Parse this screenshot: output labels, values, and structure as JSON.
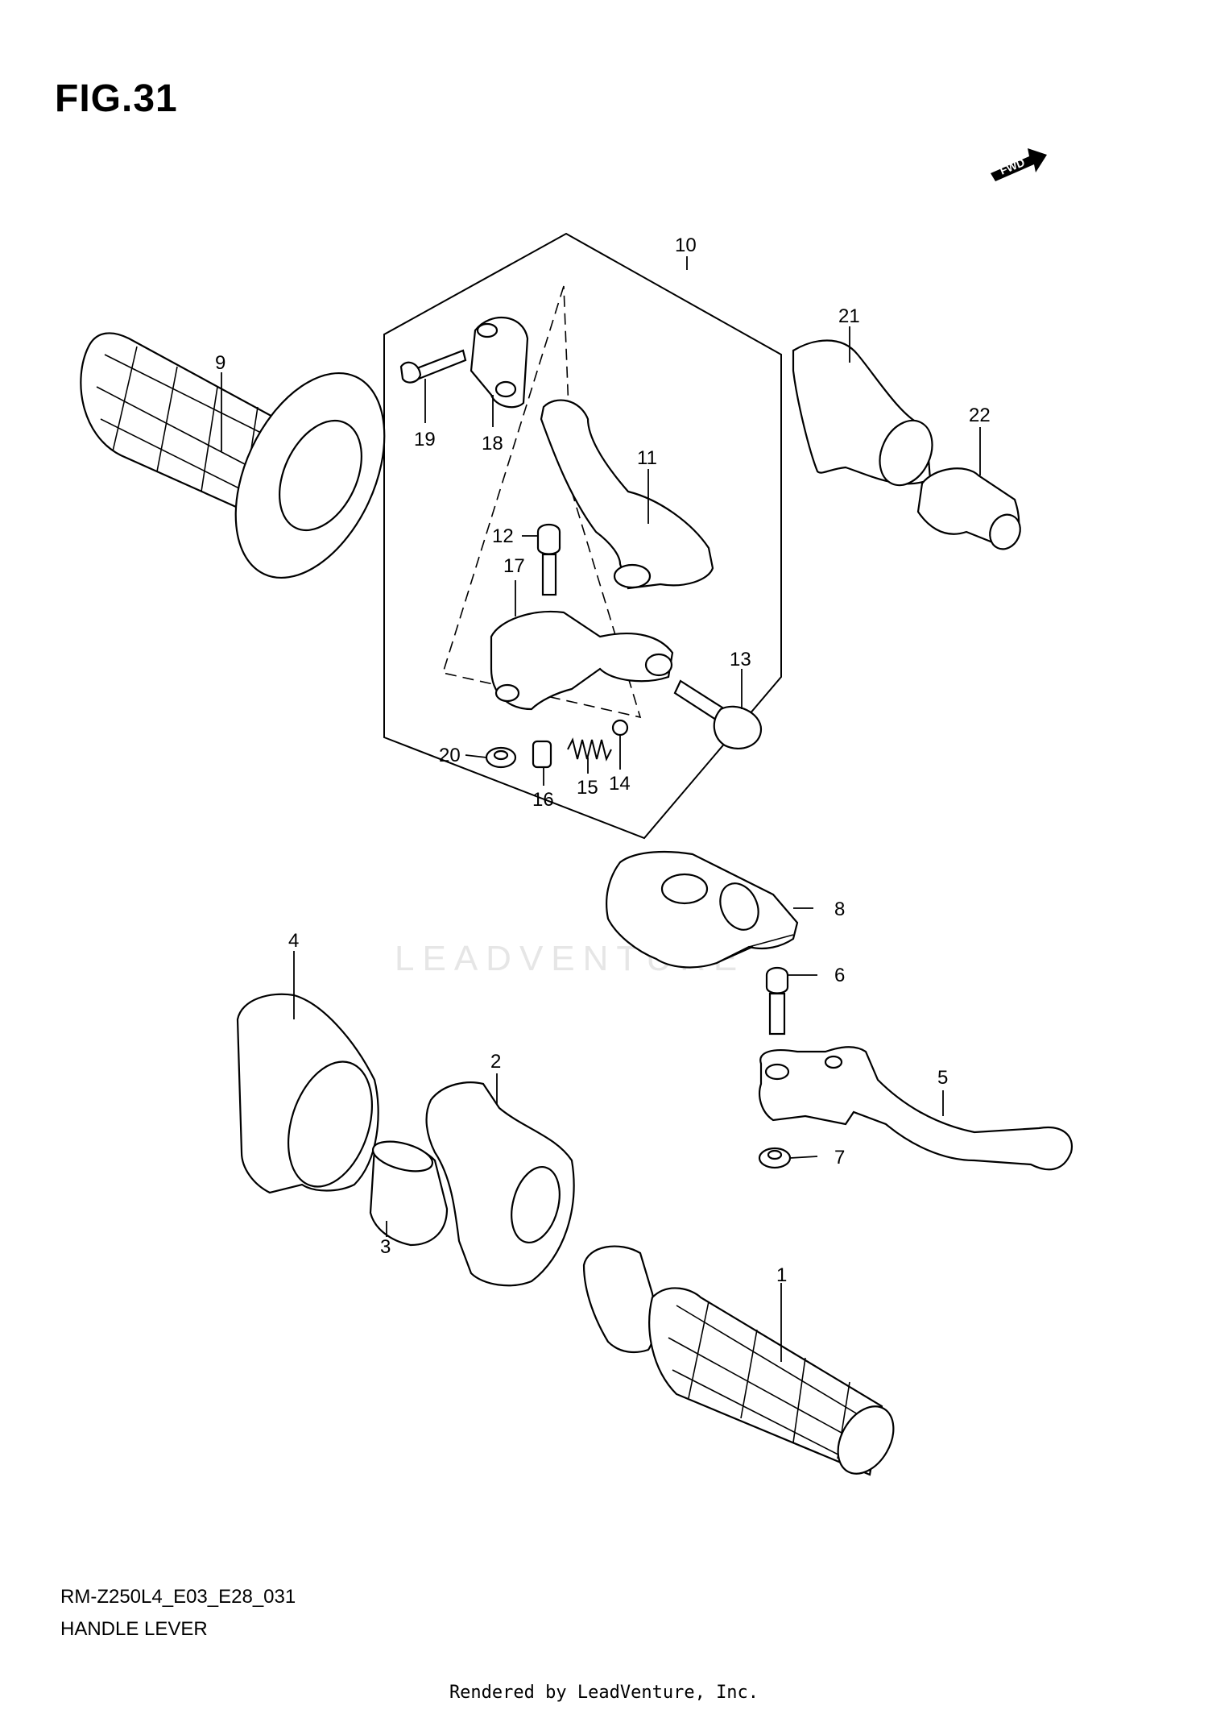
{
  "figure": {
    "title": "FIG.31",
    "fwd_label": "FWD",
    "watermark": "LEADVENTURE"
  },
  "callouts": [
    {
      "id": "p1",
      "label": "1"
    },
    {
      "id": "p2",
      "label": "2"
    },
    {
      "id": "p3",
      "label": "3"
    },
    {
      "id": "p4",
      "label": "4"
    },
    {
      "id": "p5",
      "label": "5"
    },
    {
      "id": "p6",
      "label": "6"
    },
    {
      "id": "p7",
      "label": "7"
    },
    {
      "id": "p8",
      "label": "8"
    },
    {
      "id": "p9",
      "label": "9"
    },
    {
      "id": "p10",
      "label": "10"
    },
    {
      "id": "p11",
      "label": "11"
    },
    {
      "id": "p12",
      "label": "12"
    },
    {
      "id": "p13",
      "label": "13"
    },
    {
      "id": "p14",
      "label": "14"
    },
    {
      "id": "p15",
      "label": "15"
    },
    {
      "id": "p16",
      "label": "16"
    },
    {
      "id": "p17",
      "label": "17"
    },
    {
      "id": "p18",
      "label": "18"
    },
    {
      "id": "p19",
      "label": "19"
    },
    {
      "id": "p20",
      "label": "20"
    },
    {
      "id": "p21",
      "label": "21"
    },
    {
      "id": "p22",
      "label": "22"
    }
  ],
  "caption": {
    "code": "RM-Z250L4_E03_E28_031",
    "name": "HANDLE LEVER"
  },
  "footer": "Rendered by LeadVenture, Inc."
}
